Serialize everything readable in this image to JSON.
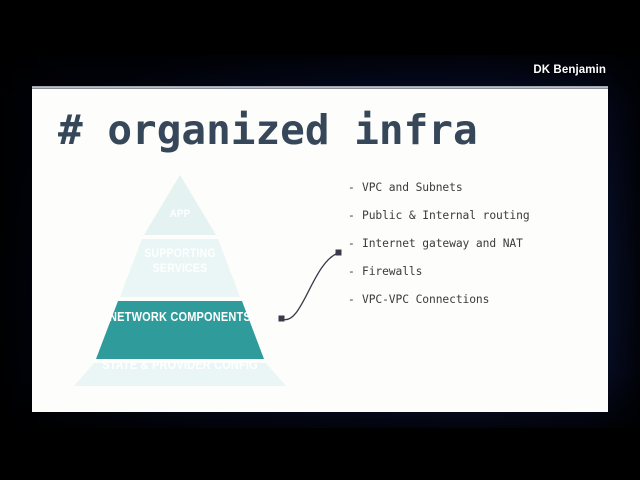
{
  "video": {
    "letterbox_color": "#000000",
    "backdrop_color": "#0a1338"
  },
  "header": {
    "presenter": "DK Benjamin"
  },
  "slide": {
    "title": "# organized infra",
    "title_color": "#36475a",
    "background_color": "#fdfdfb",
    "accent_color": "#2f9b9b",
    "muted_tier_color": "#e9f5f4"
  },
  "pyramid": {
    "name": "infrastructure-layer-pyramid",
    "tiers": [
      {
        "id": "app",
        "label": "APP",
        "highlighted": false,
        "fill": "#e4f2f1"
      },
      {
        "id": "support",
        "label": "SUPPORTING\nSERVICES",
        "highlighted": false,
        "fill": "#e9f6f5"
      },
      {
        "id": "network",
        "label": "NETWORK COMPONENTS",
        "highlighted": true,
        "fill": "#2f9b9b"
      },
      {
        "id": "state",
        "label": "STATE & PROVIDER CONFIG",
        "highlighted": false,
        "fill": "#eaf6f6"
      }
    ],
    "tier_labels": {
      "app": "APP",
      "support_line1": "SUPPORTING",
      "support_line2": "SERVICES",
      "network": "NETWORK COMPONENTS",
      "state": "STATE & PROVIDER CONFIG"
    }
  },
  "connector": {
    "name": "callout-connector",
    "from_tier": "network",
    "to_bullet_index": 2,
    "stroke_color": "#3a3a4a"
  },
  "bullets": {
    "dash": "-",
    "items": [
      "VPC and Subnets",
      "Public & Internal routing",
      "Internet gateway and NAT",
      "Firewalls",
      "VPC-VPC Connections"
    ]
  }
}
